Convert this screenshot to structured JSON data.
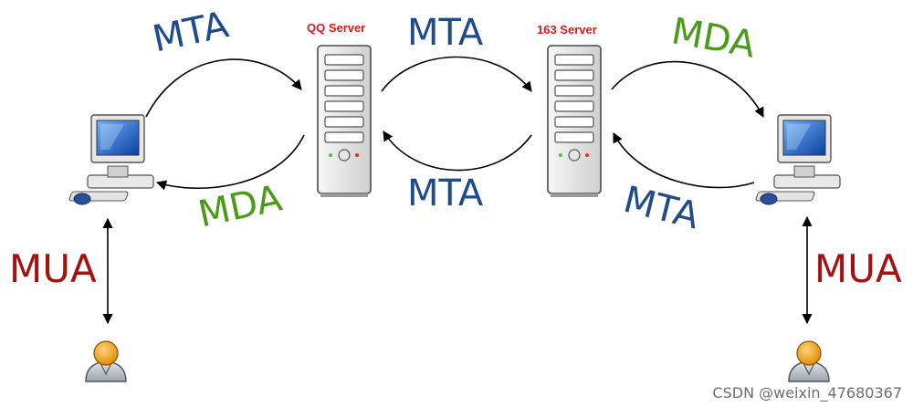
{
  "colors": {
    "mta": "#1f4b8a",
    "mda": "#4d9a1a",
    "mua": "#a31212",
    "server_name": "#e01a1a",
    "arrow": "#000000",
    "watermark": "#6e6e6e"
  },
  "servers": {
    "left": {
      "name": "QQ Server"
    },
    "right": {
      "name": "163 Server"
    }
  },
  "labels": {
    "mta_top_left": "MTA",
    "mta_top_center": "MTA",
    "mta_bottom_center": "MTA",
    "mta_bottom_right": "MTA",
    "mda_top_right": "MDA",
    "mda_bottom_left": "MDA",
    "mua_left": "MUA",
    "mua_right": "MUA"
  },
  "icons": {
    "client_left": "computer-icon",
    "client_right": "computer-icon",
    "user_left": "user-icon",
    "user_right": "user-icon",
    "server_left": "server-icon",
    "server_right": "server-icon"
  },
  "watermark": "CSDN @weixin_47680367"
}
